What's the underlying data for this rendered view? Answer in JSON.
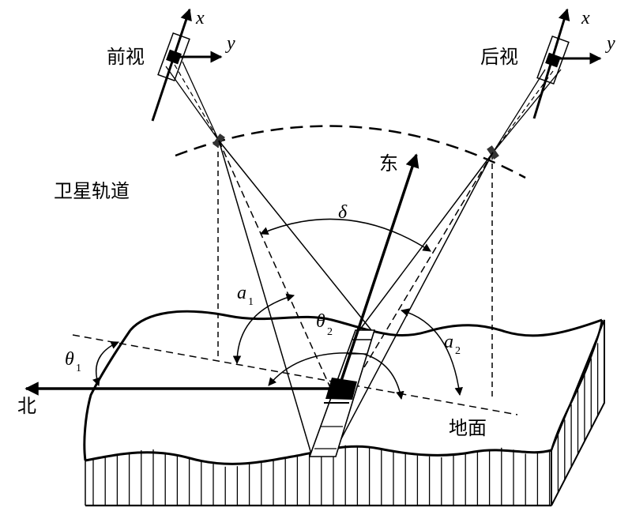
{
  "labels": {
    "forward_view": "前视",
    "backward_view": "后视",
    "orbit": "卫星轨道",
    "east": "东",
    "north": "北",
    "ground": "地面"
  },
  "axes": {
    "x": "x",
    "y": "y"
  },
  "symbols": {
    "delta": "δ",
    "a": "a",
    "theta": "θ",
    "sub1": "1",
    "sub2": "2"
  }
}
